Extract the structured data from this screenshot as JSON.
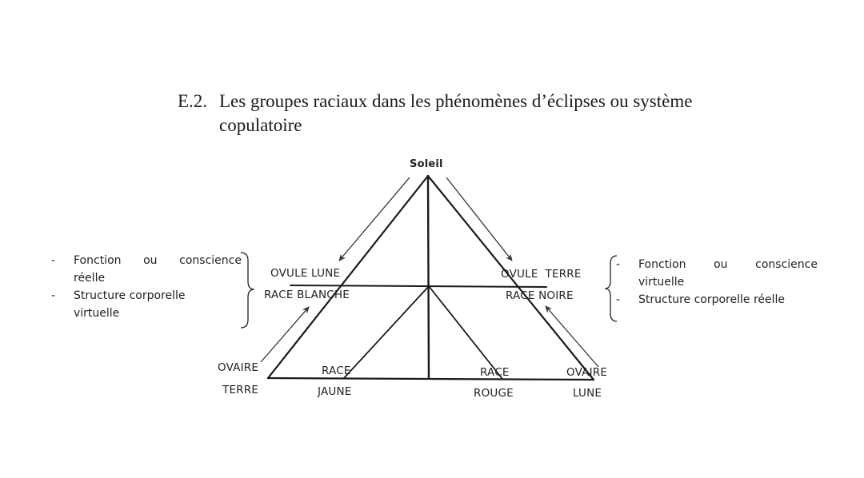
{
  "title": {
    "number": "E.2.",
    "line1": "Les groupes raciaux dans les phénomènes d’éclipses ou système",
    "line2": "copulatoire"
  },
  "diagram": {
    "apex_label": "Soleil",
    "nodes": {
      "ovule_lune": "OVULE LUNE",
      "race_blanche": "RACE BLANCHE",
      "ovule_terre": "OVULE  TERRE",
      "race_noire": "RACE NOIRE",
      "ovaire_terre_1": "OVAIRE",
      "ovaire_terre_2": "TERRE",
      "race_jaune_1": "RACE",
      "race_jaune_2": "JAUNE",
      "race_rouge_1": "RACE",
      "race_rouge_2": "ROUGE",
      "ovaire_lune_1": "OVAIRE",
      "ovaire_lune_2": "LUNE"
    }
  },
  "left_note": {
    "items": [
      {
        "dash": "-",
        "words": [
          "Fonction",
          "ou",
          "conscience"
        ],
        "cont": "réelle"
      },
      {
        "dash": "-",
        "text": "Structure corporelle",
        "cont": "virtuelle"
      }
    ]
  },
  "right_note": {
    "items": [
      {
        "dash": "-",
        "words": [
          "Fonction",
          "ou",
          "conscience"
        ],
        "cont": "virtuelle"
      },
      {
        "dash": "-",
        "text": "Structure corporelle réelle"
      }
    ]
  },
  "colors": {
    "ink": "#1a1a1a",
    "background": "#ffffff"
  }
}
